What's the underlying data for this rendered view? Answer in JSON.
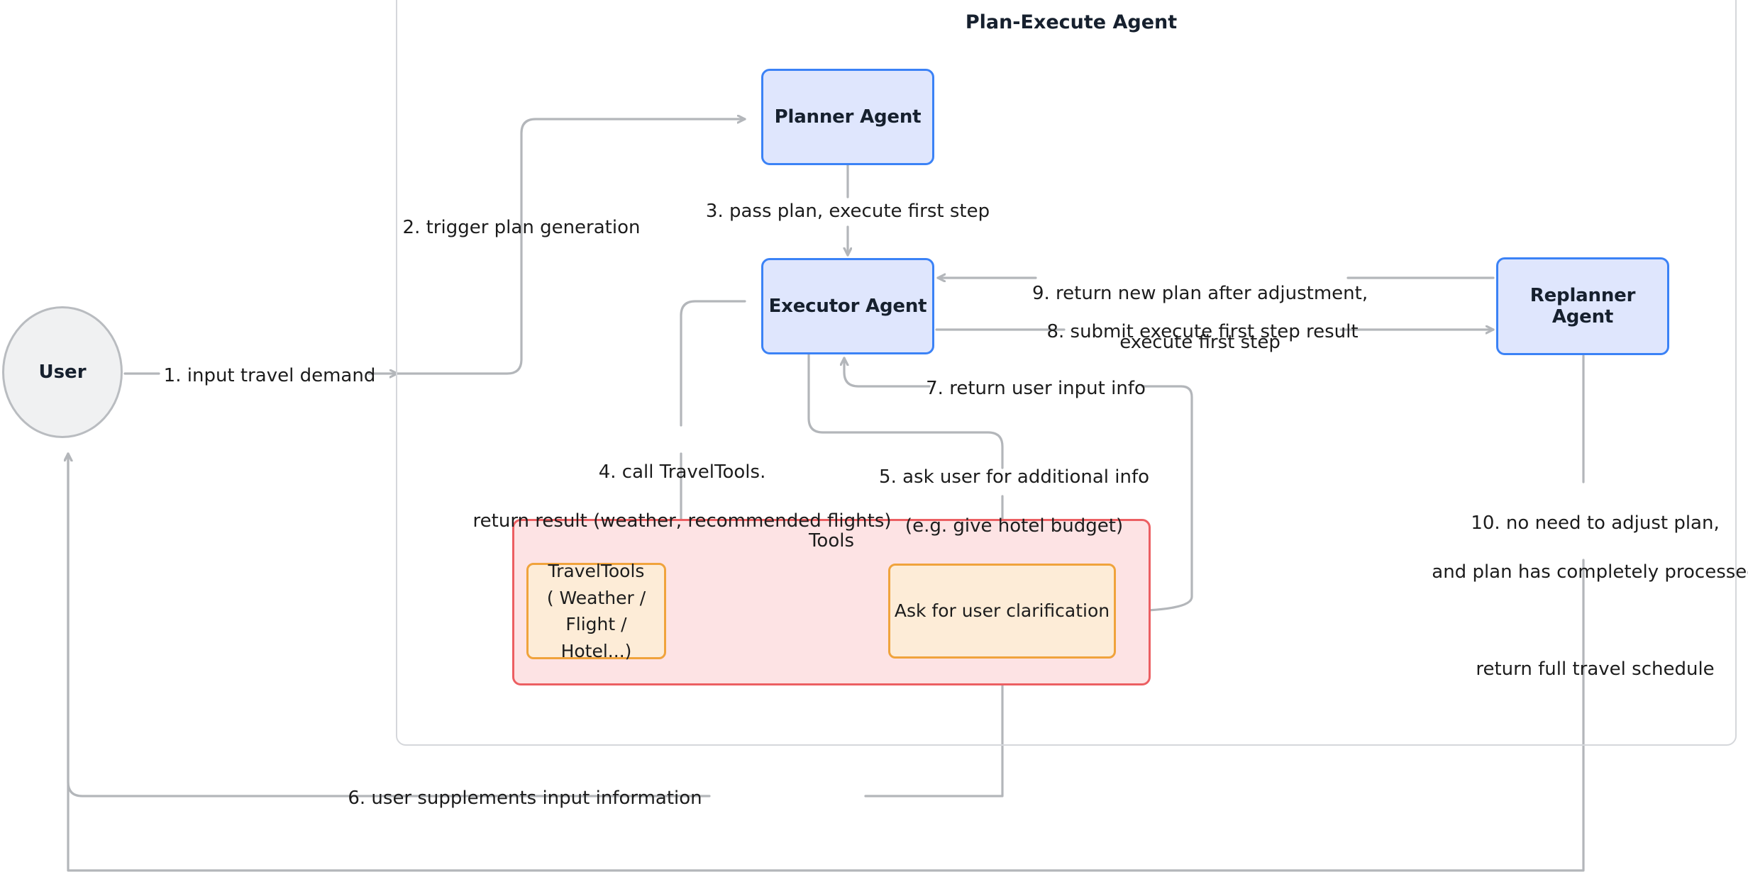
{
  "diagram": {
    "title": "Plan-Execute Agent",
    "type": "flowchart",
    "colors": {
      "agent_fill": "#dfe6fd",
      "agent_stroke": "#3b82f6",
      "tools_fill": "#fde3e4",
      "tools_stroke": "#ec5f62",
      "tool_fill": "#fdecd7",
      "tool_stroke": "#f0a33c",
      "user_fill": "#f0f1f2",
      "user_stroke": "#b9bcc0",
      "edge": "#b3b6ba",
      "container_stroke": "#d5d7db",
      "text": "#1c1c1c"
    }
  },
  "nodes": {
    "user": "User",
    "planner": "Planner Agent",
    "executor": "Executor Agent",
    "replanner": "Replanner Agent",
    "tools_group": "Tools",
    "travel_tools_line1": "TravelTools",
    "travel_tools_line2": "( Weather / Flight / Hotel...)",
    "ask_clarification": "Ask for user clarification"
  },
  "edges": {
    "step1": "1. input travel demand",
    "step2": "2. trigger plan generation",
    "step3": "3. pass plan, execute first step",
    "step4_line1": "4. call TravelTools.",
    "step4_line2": "return result (weather, recommended flights)",
    "step5_line1": "5. ask user for additional info",
    "step5_line2": "(e.g. give hotel budget)",
    "step6": "6. user supplements input information",
    "step7": "7. return user input info",
    "step8": "8. submit execute first step result",
    "step9_line1": "9. return new plan after adjustment,",
    "step9_line2": "execute first step",
    "step10_line1": "10. no need to adjust plan,",
    "step10_line2": "and plan has completely processed",
    "step10_line3": "return full travel schedule"
  }
}
